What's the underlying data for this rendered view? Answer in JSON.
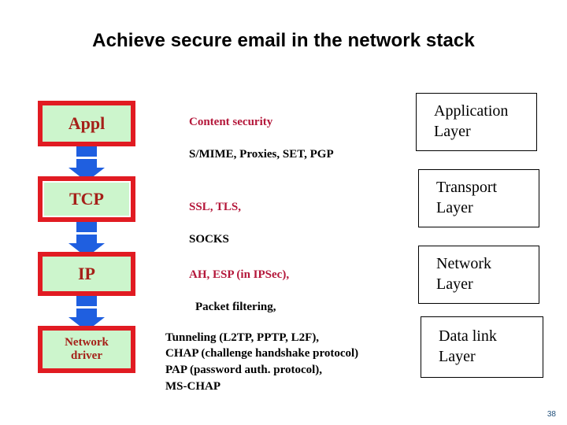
{
  "slide": {
    "title": "Achieve secure email in the network stack",
    "page_number": "38"
  },
  "colors": {
    "box_fill": "#CCF5CC",
    "box_border": "#E11B22",
    "box_text": "#A52019",
    "arrow": "#1F5FE0",
    "proto_head": "#B4173A",
    "proto_sub": "#000000",
    "layer_border": "#000000",
    "page_number": "#1F4E79"
  },
  "stack": {
    "boxes": [
      {
        "label": "Appl",
        "font_size": "22px"
      },
      {
        "label": "TCP",
        "font_size": "22px"
      },
      {
        "label": "IP",
        "font_size": "22px"
      },
      {
        "label": "Network\ndriver",
        "font_size": "15px"
      }
    ],
    "arrows": [
      {
        "name": "arrow-appl-to-tcp"
      },
      {
        "name": "arrow-tcp-to-ip"
      },
      {
        "name": "arrow-ip-to-network-driver"
      }
    ]
  },
  "protocols": [
    {
      "name": "application-protocols",
      "head": "Content security",
      "sub": "S/MIME, Proxies, SET, PGP",
      "sub_indent": false
    },
    {
      "name": "transport-protocols",
      "head": "SSL, TLS,",
      "sub": "SOCKS",
      "sub_indent": false
    },
    {
      "name": "network-protocols",
      "head": "AH, ESP (in IPSec),",
      "sub": "Packet filtering,",
      "sub_indent": true
    },
    {
      "name": "datalink-protocols",
      "head": "",
      "sub": "Tunneling (L2TP, PPTP, L2F),\nCHAP (challenge handshake protocol)\n PAP (password auth. protocol),\nMS-CHAP",
      "sub_indent": false
    }
  ],
  "layers": [
    {
      "label": "Application\nLayer"
    },
    {
      "label": "Transport\nLayer"
    },
    {
      "label": "Network\nLayer"
    },
    {
      "label": "Data link\nLayer"
    }
  ]
}
